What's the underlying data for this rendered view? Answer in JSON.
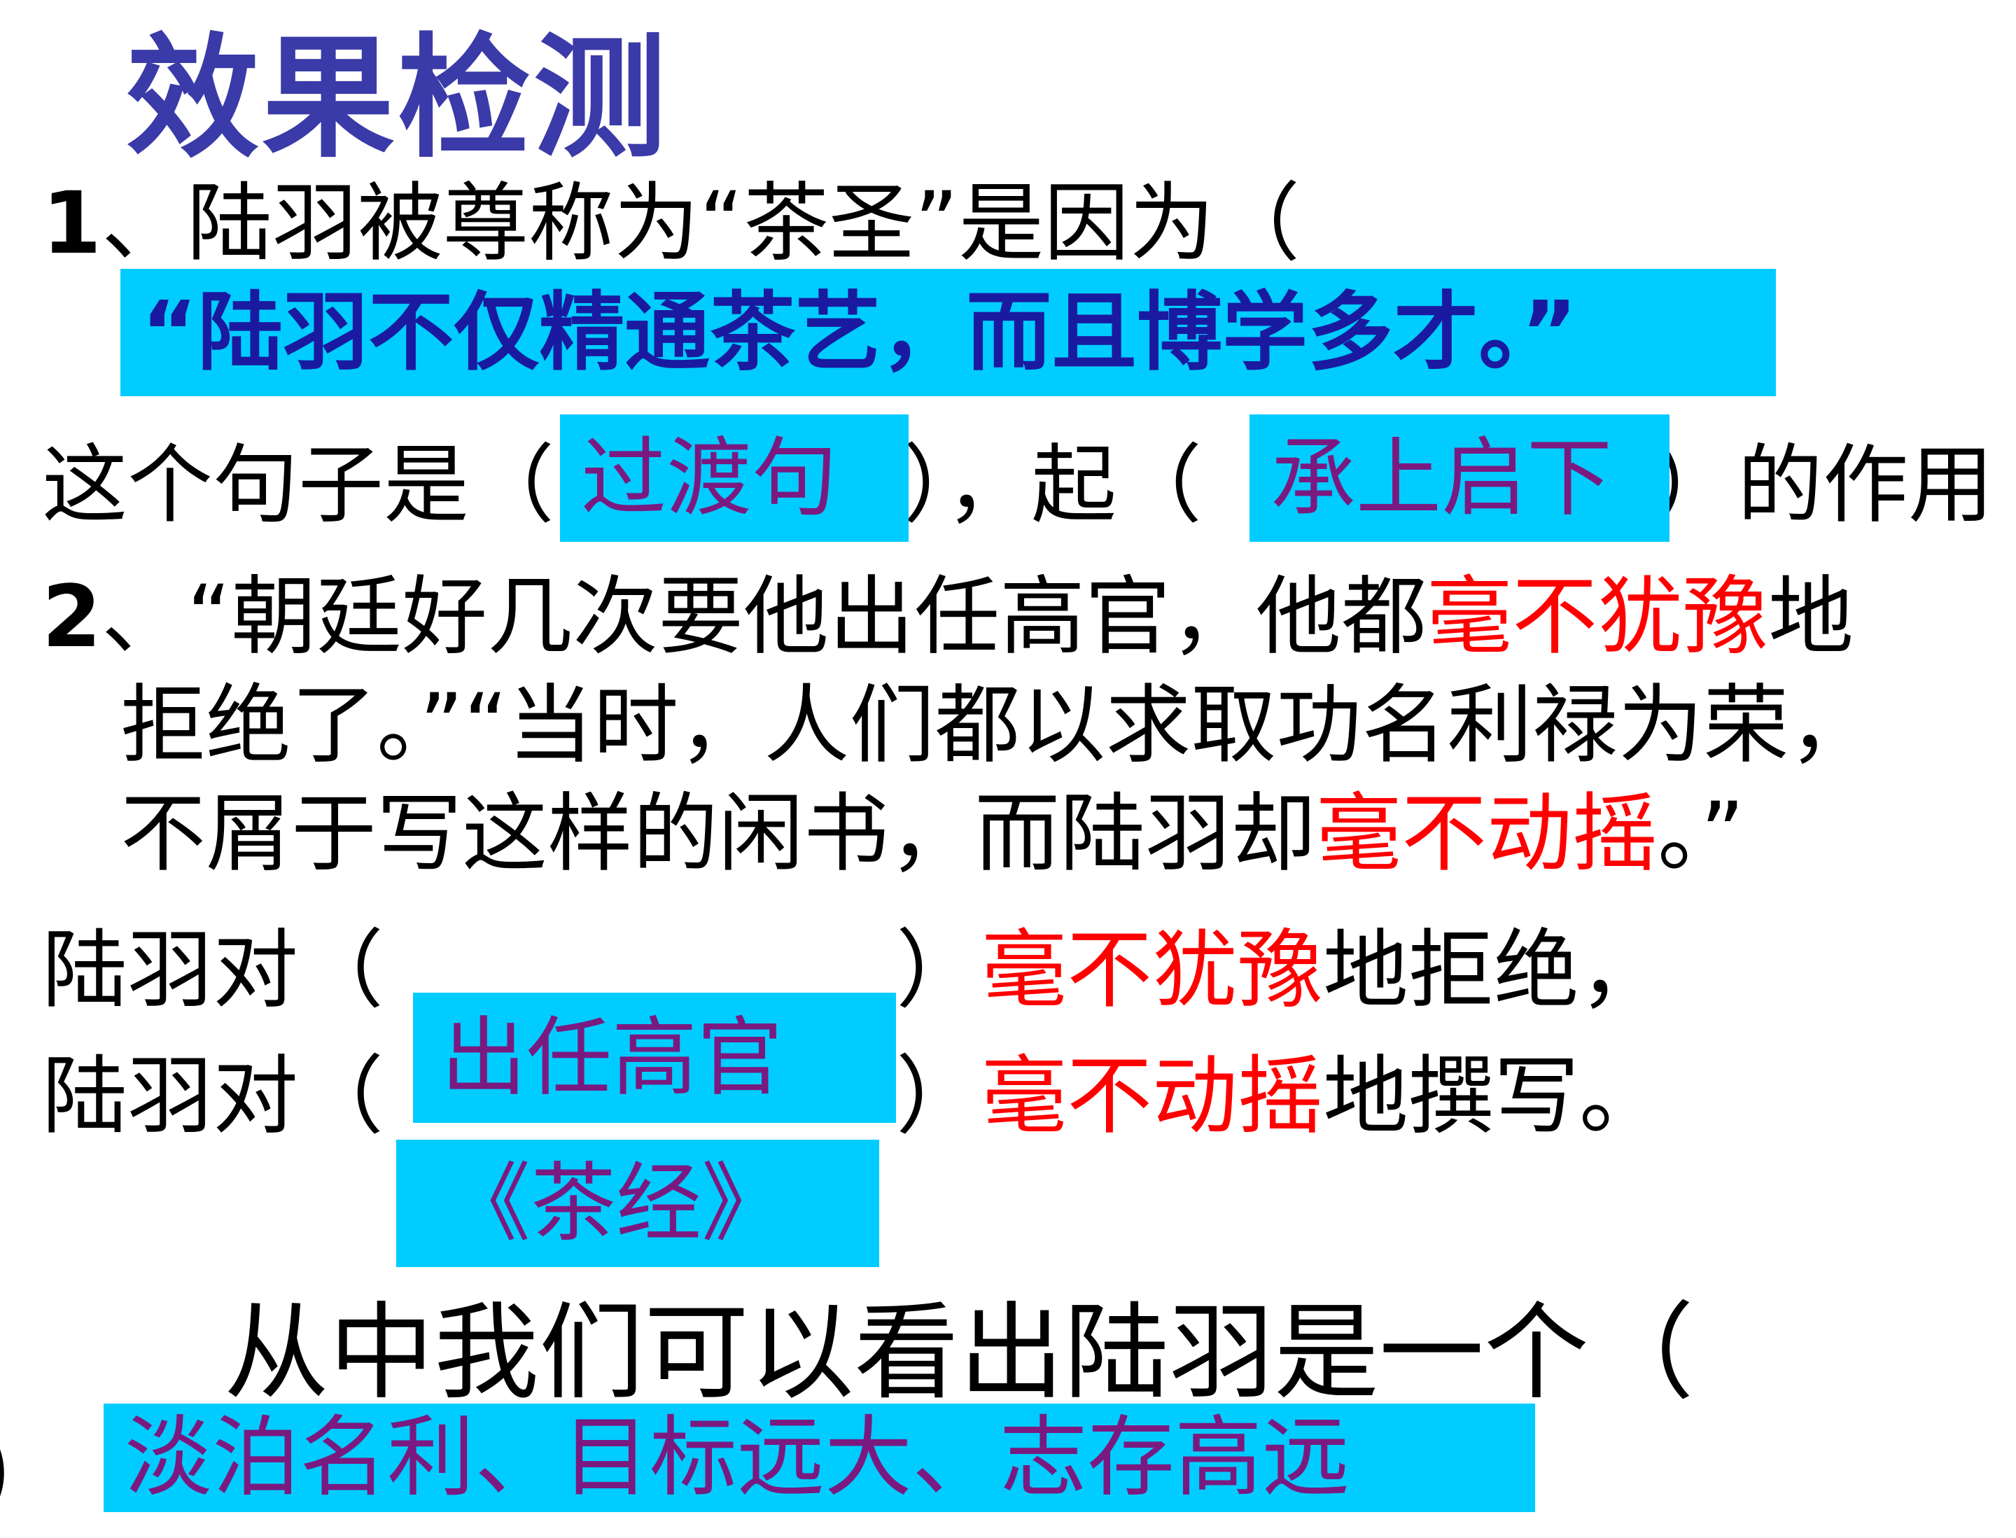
{
  "title": "效果检测",
  "q1": {
    "number": "1",
    "prefix": "、陆羽被尊称为“茶圣”是因为（",
    "answer": "“陆羽不仅精通茶艺，而且博学多才。”",
    "close_paren": "）",
    "line2_start": "这个句子是（",
    "blank1_answer": "过渡句",
    "line2_mid": "），起（",
    "blank2_answer": "承上启下",
    "line2_end": "）的作用"
  },
  "q2": {
    "number": "2",
    "line1_start": "、“朝廷好几次要他出任高官，他都",
    "line1_red": "毫不犹豫",
    "line1_end": "地",
    "line2": "拒绝了。”“当时，人们都以求取功名利禄为荣，",
    "line3_start": "不屑于写这样的闲书，而陆羽却",
    "line3_red": "毫不动摇",
    "line3_end": "。”",
    "row1_start": "陆羽对（",
    "row1_close": "）",
    "row1_red": "毫不犹豫",
    "row1_end": "地拒绝，",
    "row2_start": "陆羽对（",
    "row2_close": "）",
    "row2_red": "毫不动摇",
    "row2_end": "地撰写。",
    "answer1": "出任高官",
    "answer2": "《茶经》"
  },
  "q3": {
    "prompt": "从中我们可以看出陆羽是一个（",
    "close_fragment": "）",
    "answer": "淡泊名利、目标远大、志存高远"
  },
  "colors": {
    "title": "#3a3aa8",
    "answer_box": "#00ccff",
    "highlight": "#ff0000",
    "answer_blue": "#1a1aa0",
    "answer_purple": "#7a1a80"
  }
}
